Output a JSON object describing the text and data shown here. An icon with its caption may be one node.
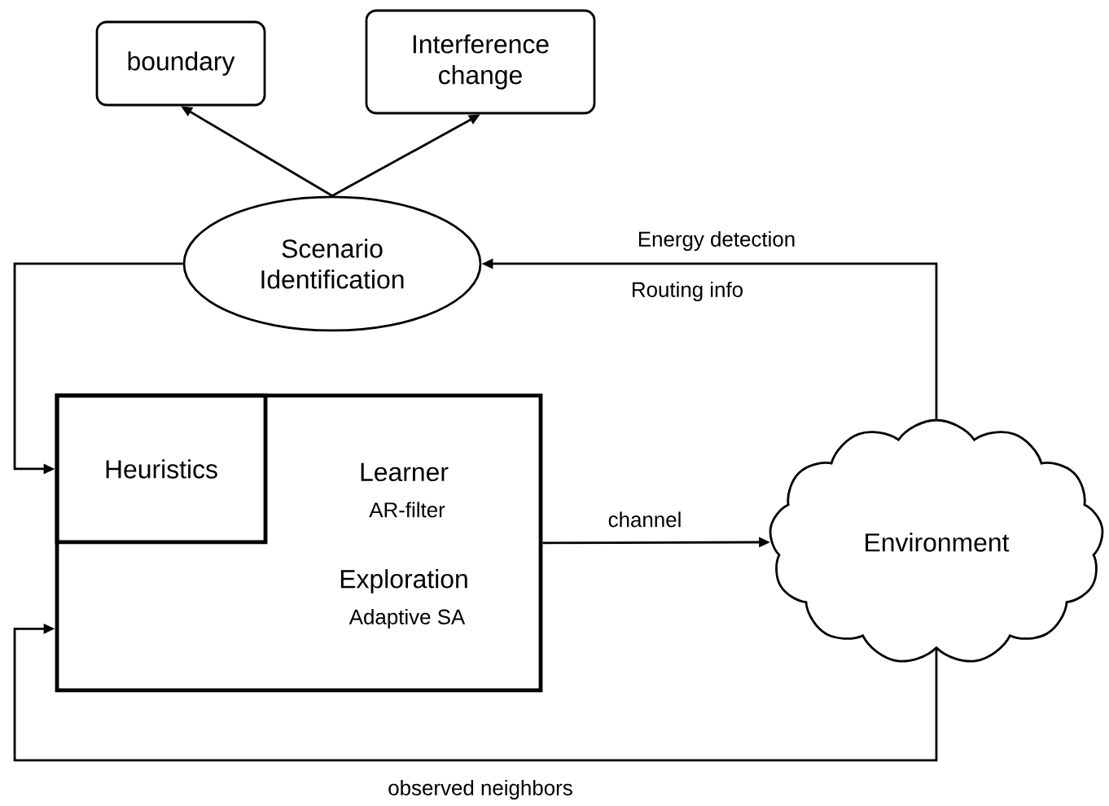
{
  "diagram": {
    "nodes": [
      {
        "text": [
          "boundary"
        ]
      },
      {
        "text": [
          "Interference change"
        ]
      },
      {
        "text": [
          "Scenario Identification"
        ]
      },
      {
        "text": [
          "Learner",
          "AR-filter",
          "Exploration",
          "Adaptive SA"
        ]
      },
      {
        "text": [
          "Heuristics"
        ],
        "in": 3
      },
      {
        "text": [
          "Environment"
        ]
      }
    ],
    "edges": [
      {
        "from": 2,
        "to": 0,
        "arrow": "to"
      },
      {
        "from": 2,
        "to": 1,
        "arrow": "to"
      },
      {
        "from": 5,
        "to": 2,
        "arrow": "to",
        "label": "Energy detection"
      },
      {
        "from": 2,
        "to": 4,
        "arrow": "to"
      },
      {
        "from": 3,
        "to": 5,
        "arrow": "to",
        "label": "channel"
      },
      {
        "from": 5,
        "to": 3,
        "arrow": "to",
        "label": "observed neighbors"
      }
    ],
    "labels": [
      "Routing info"
    ]
  }
}
